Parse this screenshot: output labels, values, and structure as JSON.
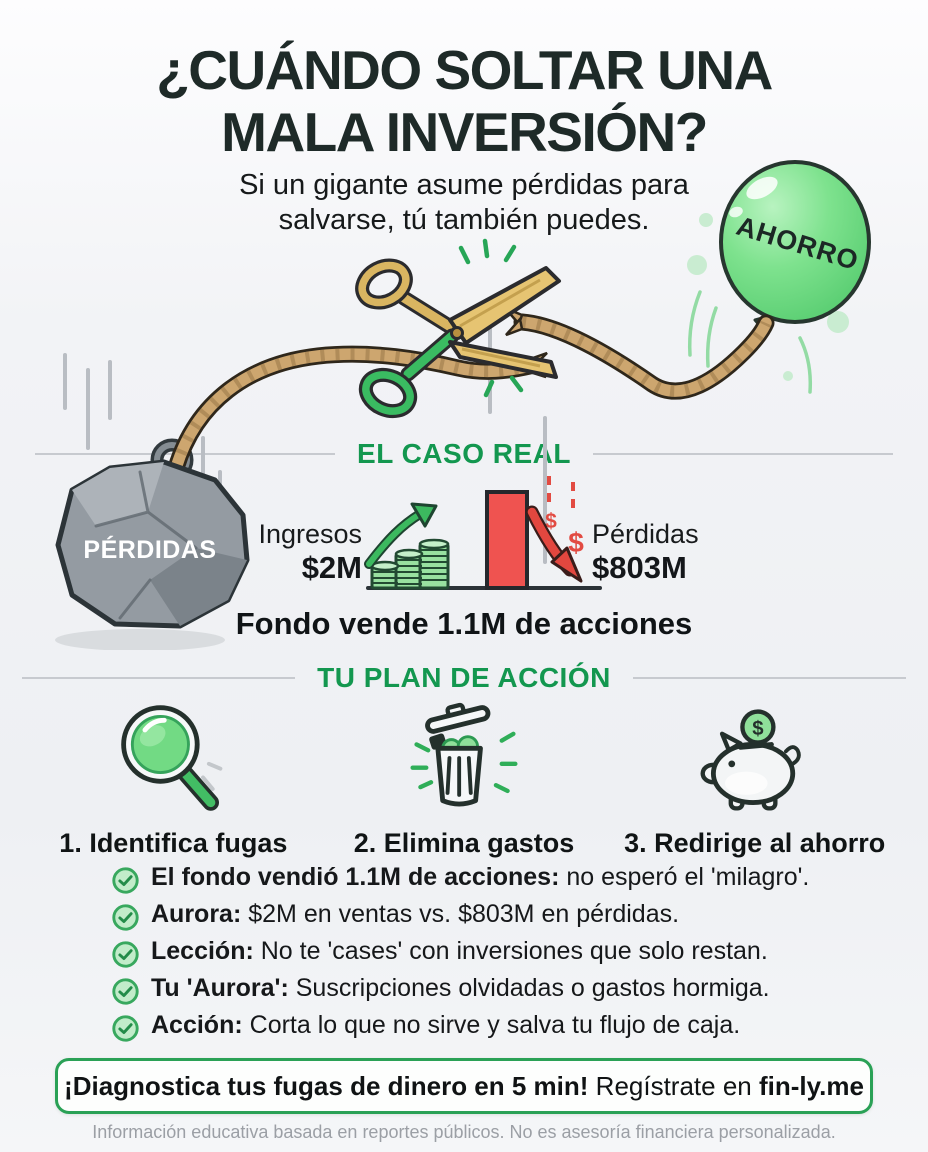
{
  "title": {
    "line1": "¿CUÁNDO SOLTAR UNA",
    "line2": "MALA INVERSIÓN?"
  },
  "subtitle": "Si un gigante asume pérdidas para salvarse, tú también puedes.",
  "hero": {
    "balloon_label": "AHORRO",
    "rock_label": "PÉRDIDAS"
  },
  "case_real": {
    "heading": "EL CASO REAL",
    "income_label": "Ingresos",
    "income_value": "$2M",
    "loss_label": "Pérdidas",
    "loss_value": "$803M",
    "dollar_small": "$",
    "dollar_big": "$",
    "caption": "Fondo vende 1.1M de acciones"
  },
  "plan": {
    "heading": "TU PLAN DE ACCIÓN",
    "piggy_coin": "$",
    "steps": [
      {
        "label": "1. Identifica fugas",
        "icon": "magnifier-icon"
      },
      {
        "label": "2. Elimina gastos",
        "icon": "trash-icon"
      },
      {
        "label": "3. Redirige al ahorro",
        "icon": "piggy-bank-icon"
      }
    ]
  },
  "checklist": [
    {
      "lead": "El fondo vendió 1.1M de acciones:",
      "rest": " no esperó el 'milagro'."
    },
    {
      "lead": "Aurora:",
      "rest": " $2M en ventas vs. $803M en pérdidas."
    },
    {
      "lead": "Lección:",
      "rest": " No te 'cases' con inversiones que solo restan."
    },
    {
      "lead": "Tu 'Aurora':",
      "rest": " Suscripciones olvidadas o gastos hormiga."
    },
    {
      "lead": "Acción:",
      "rest": " Corta lo que no sirve y salva tu flujo de caja."
    }
  ],
  "cta": {
    "bold": "¡Diagnostica tus fugas de dinero en 5 min!",
    "regular": " Regístrate en ",
    "brand": "fin-ly.me"
  },
  "footer": "Información educativa basada en reportes públicos. No es asesoría financiera personalizada.",
  "colors": {
    "accent_green": "#13974f",
    "balloon_green": "#7ee28e",
    "loss_red": "#ef5350",
    "rope_tan": "#cda66f",
    "dark_ink": "#1e2a28"
  }
}
